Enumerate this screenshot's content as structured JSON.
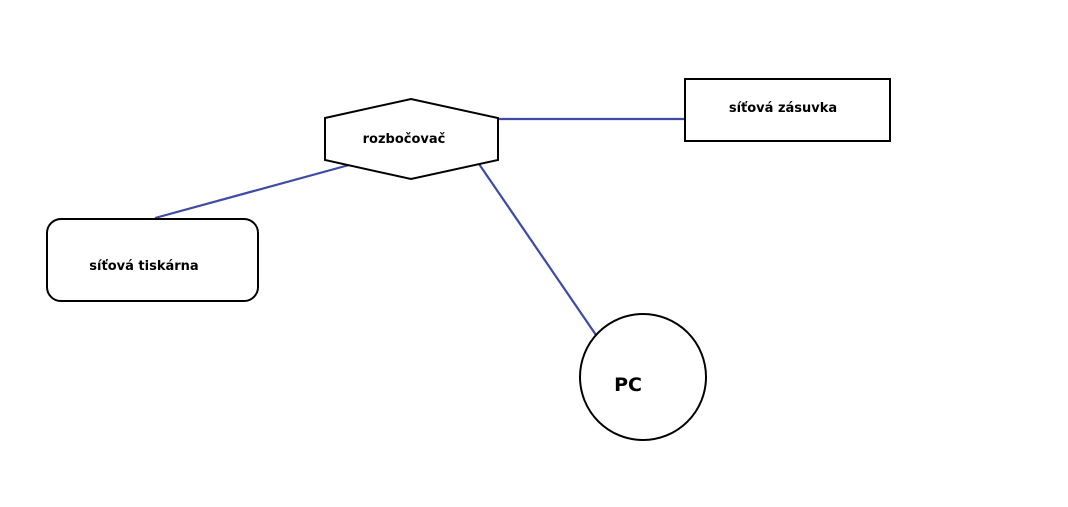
{
  "colors": {
    "background": "#ffffff",
    "shape_stroke": "#000000",
    "link": "#3d4aa6"
  },
  "nodes": {
    "hub": {
      "label": "rozbočovač",
      "shape": "hexagon"
    },
    "outlet": {
      "label": "síťová zásuvka",
      "shape": "rectangle"
    },
    "printer": {
      "label": "síťová tiskárna",
      "shape": "rounded-rectangle"
    },
    "pc": {
      "label": "PC",
      "shape": "circle"
    }
  },
  "links": [
    {
      "from": "hub",
      "to": "outlet"
    },
    {
      "from": "hub",
      "to": "printer"
    },
    {
      "from": "hub",
      "to": "pc"
    }
  ]
}
